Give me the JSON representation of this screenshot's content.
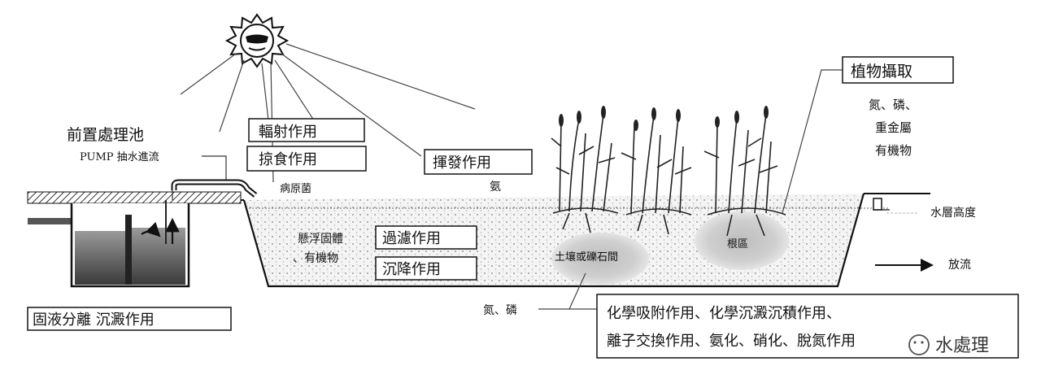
{
  "labels": {
    "pre_tank": "前置處理池",
    "pump": "PUMP 抽水進流",
    "radiation": "輻射作用",
    "predation": "掠食作用",
    "pathogen": "病原菌",
    "volatilization": "揮發作用",
    "volat_gas": "氨",
    "plant_uptake": "植物攝取",
    "uptake_items": [
      "氮、磷、",
      "重金屬",
      "有機物"
    ],
    "water_level": "水層高度",
    "suspended": "懸浮固體",
    "organics": "、有機物",
    "filtration": "過濾作用",
    "sedimentation": "沉降作用",
    "soil": "土壤或礫石間",
    "root_zone": "根區",
    "discharge": "放流",
    "np": "氮、磷",
    "separation": "固液分離 沉澱作用",
    "chem_line1": "化學吸附作用、化學沉澱沉積作用、",
    "chem_line2": "離子交換作用、氨化、硝化、脫氮作用"
  },
  "watermark": "水處理"
}
